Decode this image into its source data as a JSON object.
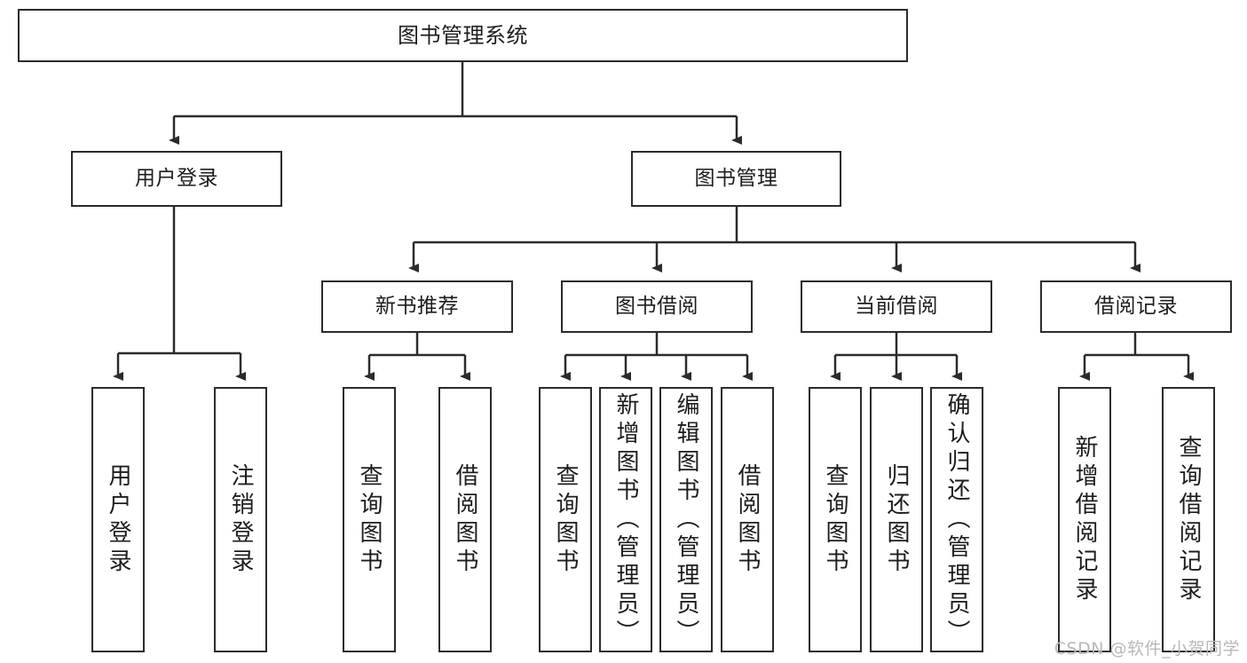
{
  "diagram": {
    "title": "图书管理系统",
    "watermark": "CSDN @软件_小贺同学",
    "line_color": "#2b2b2b",
    "box_fill": "#ffffff",
    "text_color": "#1d1d1d",
    "watermark_color": "#b8b8b8",
    "nodes": {
      "root": "图书管理系统",
      "l2": {
        "user_login": "用户登录",
        "book_manage": "图书管理"
      },
      "l3": {
        "new_book_rec": "新书推荐",
        "book_borrow": "图书借阅",
        "current_borrow": "当前借阅",
        "borrow_record": "借阅记录"
      },
      "leaves": {
        "user_login_1": "用户登录",
        "user_login_2": "注销登录",
        "new_book_rec_1": "查询图书",
        "new_book_rec_2": "借阅图书",
        "book_borrow_1": "查询图书",
        "book_borrow_2": "新增图书（管理员）",
        "book_borrow_3": "编辑图书（管理员）",
        "book_borrow_4": "借阅图书",
        "current_borrow_1": "查询图书",
        "current_borrow_2": "归还图书",
        "current_borrow_3": "确认归还（管理员）",
        "borrow_record_1": "新增借阅记录",
        "borrow_record_2": "查询借阅记录"
      }
    }
  }
}
